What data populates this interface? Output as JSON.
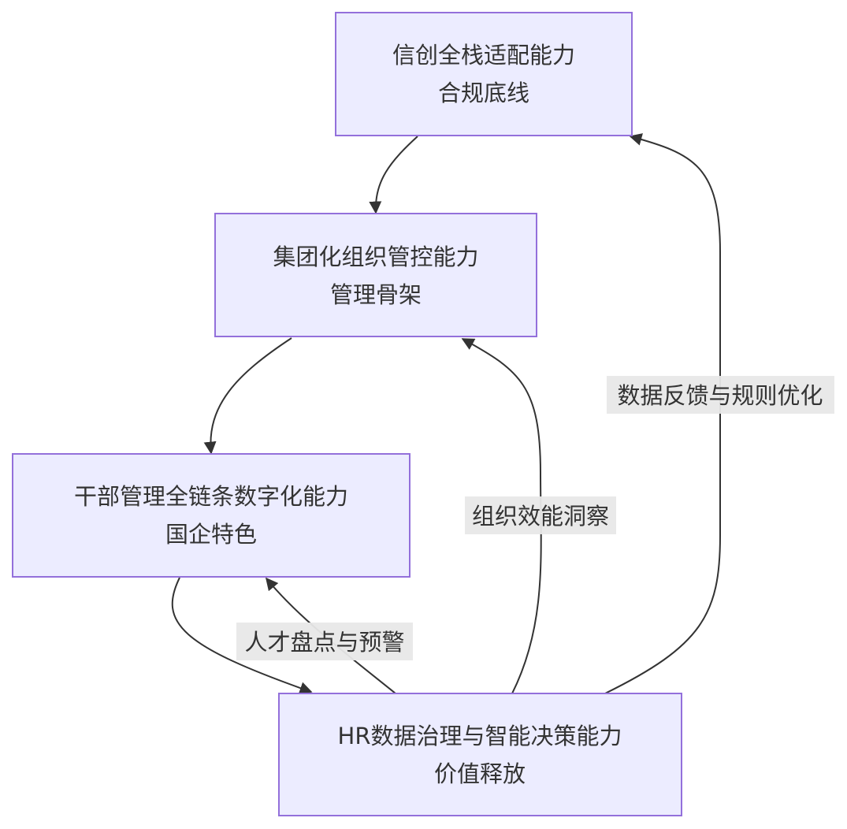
{
  "nodes": {
    "xinchuang": {
      "line1": "信创全栈适配能力",
      "line2": "合规底线"
    },
    "group": {
      "line1": "集团化组织管控能力",
      "line2": "管理骨架"
    },
    "cadre": {
      "line1": "干部管理全链条数字化能力",
      "line2": "国企特色"
    },
    "hrdata": {
      "line1": "HR数据治理与智能决策能力",
      "line2": "价值释放"
    }
  },
  "edges": {
    "talent": {
      "label": "人才盘点与预警"
    },
    "org": {
      "label": "组织效能洞察"
    },
    "feedback": {
      "label": "数据反馈与规则优化"
    }
  },
  "colors": {
    "node_fill": "#ECECFF",
    "node_stroke": "#9370DB",
    "edge": "#333333",
    "label_bg": "#E8E8E8",
    "text": "#333333"
  }
}
